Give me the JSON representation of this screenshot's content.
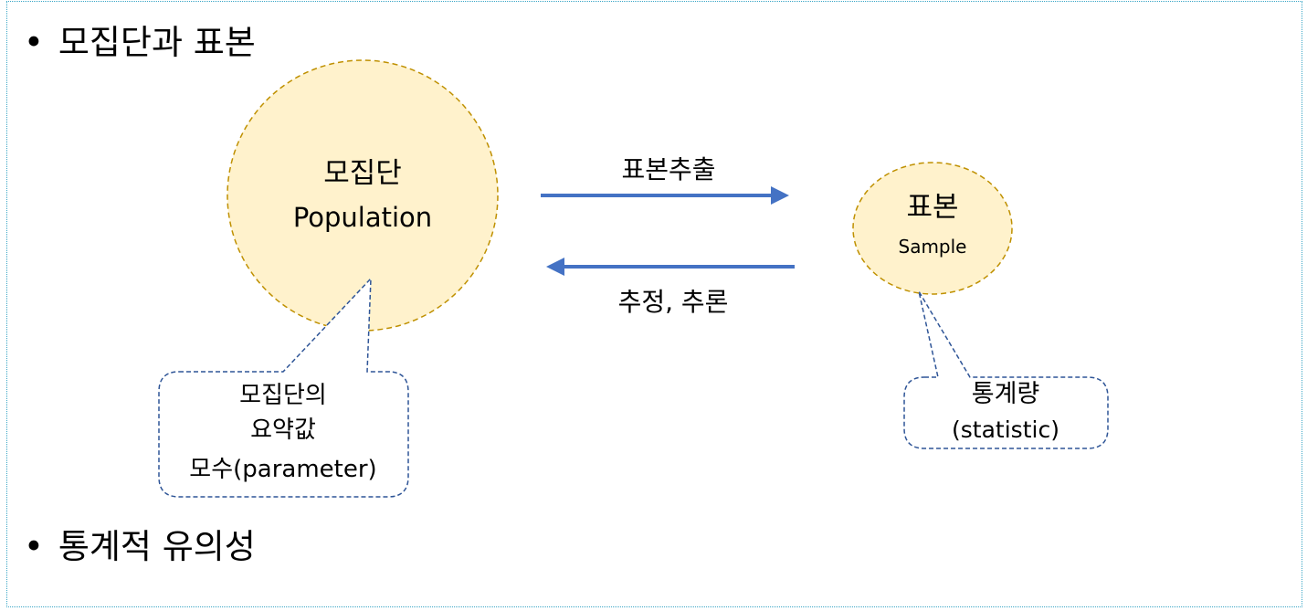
{
  "bullets": [
    "모집단과 표본",
    "통계적 유의성"
  ],
  "population": {
    "title": "모집단",
    "subtitle": "Population"
  },
  "sample": {
    "title": "표본",
    "subtitle": "Sample"
  },
  "arrows": {
    "forward_label": "표본추출",
    "backward_label": "추정, 추론"
  },
  "callouts": {
    "population": [
      "모집단의",
      "요약값",
      "모수(parameter)"
    ],
    "sample": [
      "통계량",
      "(statistic)"
    ]
  },
  "colors": {
    "circle_fill": "#fff2cc",
    "circle_border": "#bf9000",
    "arrow": "#4472c4",
    "callout_border": "#2f5597",
    "frame_border": "#3aa6c6"
  }
}
